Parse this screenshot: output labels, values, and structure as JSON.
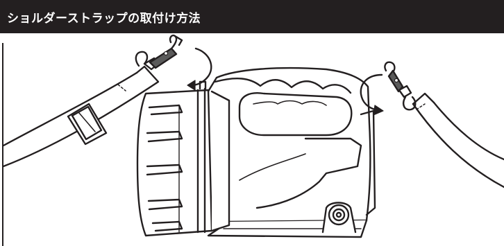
{
  "header": {
    "title": "ショルダーストラップの取付け方法",
    "background_color": "#231f20",
    "text_color": "#ffffff"
  },
  "illustration": {
    "subject": "flashlight-with-shoulder-strap",
    "elements": [
      "strap-left",
      "strap-right",
      "hook-left",
      "hook-right",
      "rotate-arrow-left",
      "rotate-arrow-right",
      "flashlight-body"
    ]
  }
}
